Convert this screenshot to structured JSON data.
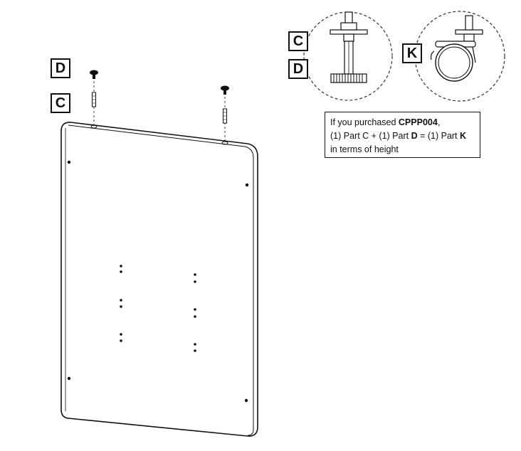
{
  "labels": {
    "d_main": "D",
    "c_main": "C",
    "c_detail": "C",
    "d_detail": "D",
    "k_detail": "K"
  },
  "note": {
    "line1_prefix": "If you purchased ",
    "line1_product": "CPPP004",
    "line1_suffix": ",",
    "line2_a": "(1) Part C + (1) Part ",
    "line2_d": "D",
    "line2_b": " = (1) Part ",
    "line2_k": "K",
    "line3": "in terms of height"
  },
  "colors": {
    "stroke": "#111111",
    "dashed": "#333333",
    "panel_fill": "#ffffff"
  },
  "icons": {
    "leveler": "leveling-foot-icon",
    "caster": "caster-wheel-icon",
    "knob": "thumb-knob-icon",
    "post": "threaded-post-icon"
  }
}
